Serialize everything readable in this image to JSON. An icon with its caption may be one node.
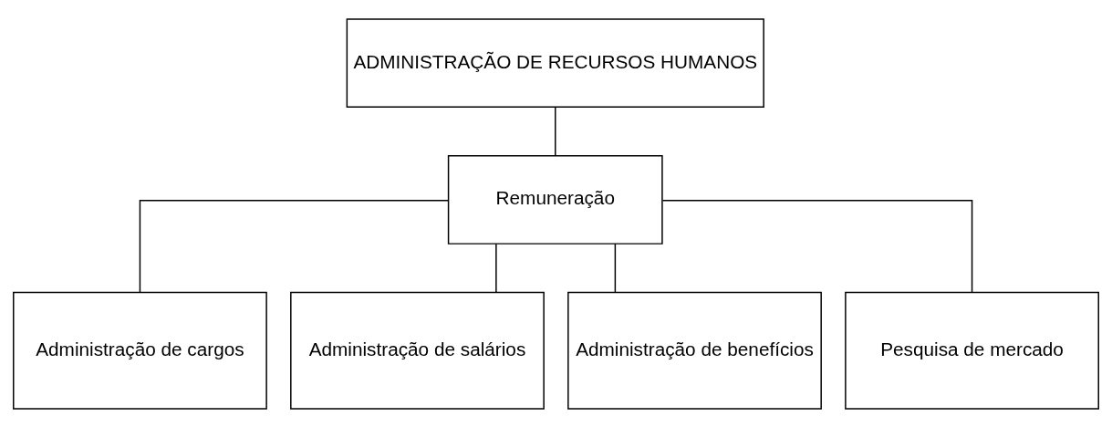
{
  "diagram": {
    "nodes": [
      {
        "text": [
          "ADMINISTRAÇÃO DE RECURSOS HUMANOS"
        ]
      },
      {
        "text": [
          "Remuneração"
        ]
      },
      {
        "text": [
          "Administração de cargos"
        ]
      },
      {
        "text": [
          "Administração de salários"
        ]
      },
      {
        "text": [
          "Administração de benefícios"
        ]
      },
      {
        "text": [
          "Pesquisa de mercado"
        ]
      }
    ],
    "edges": [
      {
        "from": 0,
        "to": 1,
        "arrow": "none"
      },
      {
        "from": 1,
        "to": 2,
        "arrow": "none"
      },
      {
        "from": 1,
        "to": 3,
        "arrow": "none"
      },
      {
        "from": 1,
        "to": 4,
        "arrow": "none"
      },
      {
        "from": 1,
        "to": 5,
        "arrow": "none"
      }
    ]
  }
}
